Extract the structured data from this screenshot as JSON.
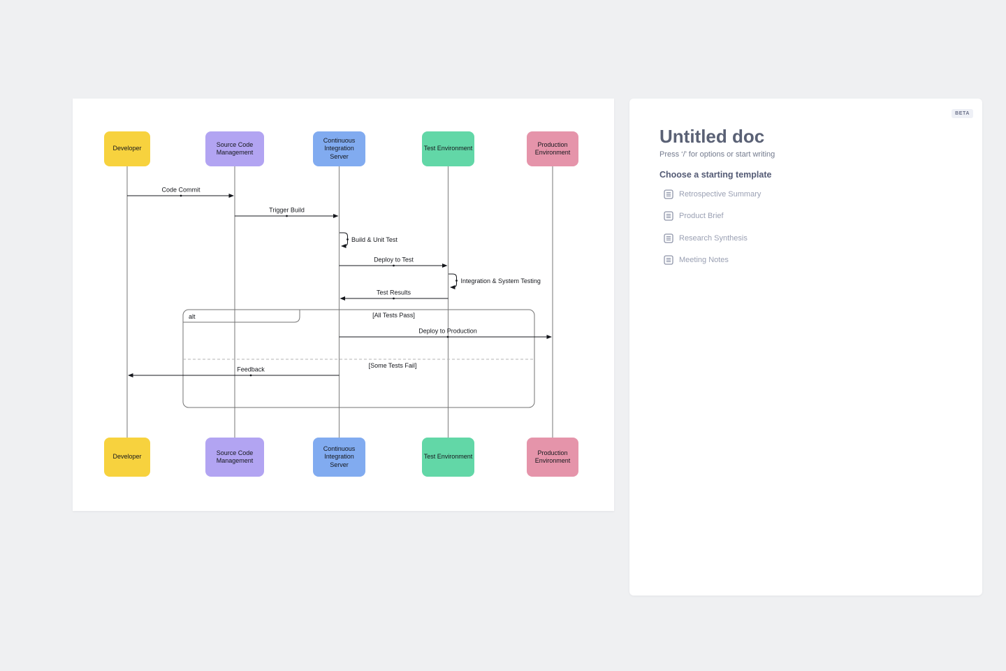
{
  "doc_panel": {
    "badge": "BETA",
    "title": "Untitled doc",
    "placeholder": "Press ‘/’ for options or start writing",
    "templates_heading": "Choose a starting template",
    "templates": [
      {
        "label": "Retrospective Summary",
        "icon": "document-icon"
      },
      {
        "label": "Product Brief",
        "icon": "document-icon"
      },
      {
        "label": "Research Synthesis",
        "icon": "document-icon"
      },
      {
        "label": "Meeting Notes",
        "icon": "document-icon"
      }
    ]
  },
  "diagram": {
    "type": "uml-sequence",
    "actors": [
      {
        "label": "Developer",
        "color": "#F7D23E"
      },
      {
        "label": "Source Code Management",
        "color": "#B2A4F2"
      },
      {
        "label": "Continuous Integration Server",
        "color": "#81ABF0"
      },
      {
        "label": "Test Environment",
        "color": "#62D7A7"
      },
      {
        "label": "Production Environment",
        "color": "#E594AA"
      }
    ],
    "messages": [
      {
        "label": "Code Commit",
        "from": "Developer",
        "to": "Source Code Management"
      },
      {
        "label": "Trigger Build",
        "from": "Source Code Management",
        "to": "Continuous Integration Server"
      },
      {
        "label": "Build & Unit Test",
        "from": "Continuous Integration Server",
        "to": "Continuous Integration Server",
        "type": "self"
      },
      {
        "label": "Deploy to Test",
        "from": "Continuous Integration Server",
        "to": "Test Environment"
      },
      {
        "label": "Integration & System Testing",
        "from": "Test Environment",
        "to": "Test Environment",
        "type": "self"
      },
      {
        "label": "Test Results",
        "from": "Test Environment",
        "to": "Continuous Integration Server"
      },
      {
        "label": "Deploy to Production",
        "from": "Continuous Integration Server",
        "to": "Production Environment"
      },
      {
        "label": "Feedback",
        "from": "Continuous Integration Server",
        "to": "Developer"
      }
    ],
    "alt_frame": {
      "operator": "alt",
      "conditions": [
        "[All Tests Pass]",
        "[Some Tests Fail]"
      ]
    }
  }
}
